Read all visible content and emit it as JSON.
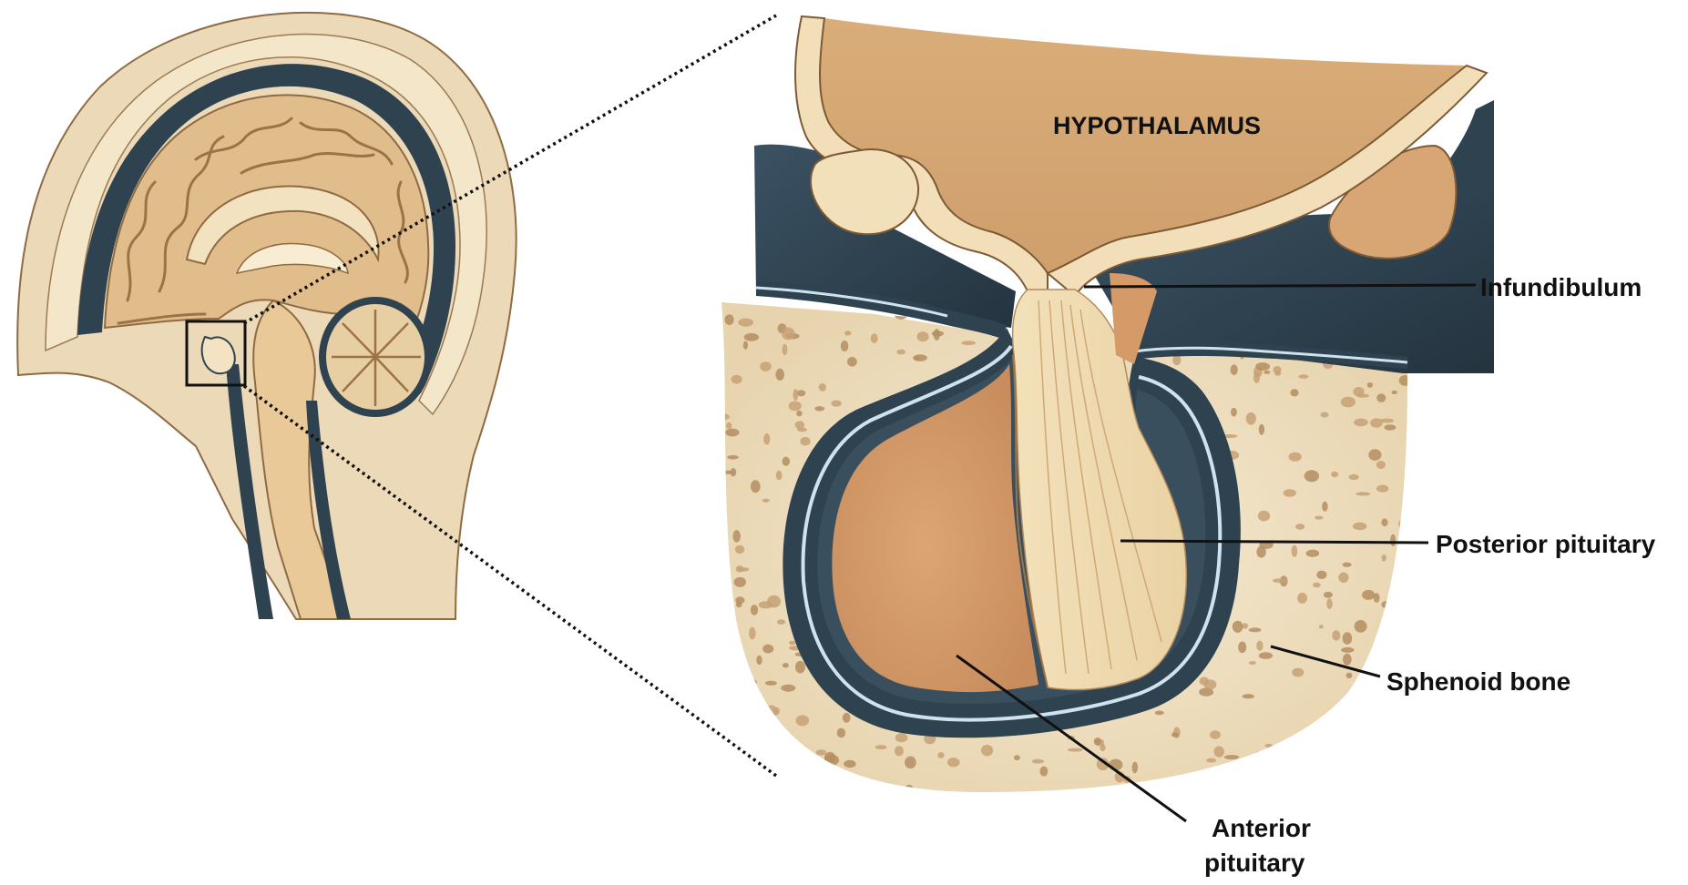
{
  "labels": {
    "hypothalamus": "HYPOTHALAMUS",
    "infundibulum": "Infundibulum",
    "posterior_pituitary": "Posterior pituitary",
    "sphenoid_bone": "Sphenoid bone",
    "anterior_pituitary_line1": "Anterior",
    "anterior_pituitary_line2": "pituitary"
  },
  "colors": {
    "skin": "#e9d6b6",
    "brain": "#e2bd8c",
    "brain_light": "#f1dcb6",
    "hypothalamus_tissue": "#d7aa78",
    "anterior_lobe": "#d4996a",
    "posterior_lobe": "#f1dcb2",
    "dura": "#2f4250",
    "bone": "#efe1c4",
    "bone_pore": "#b48e62",
    "csf_blue": "#cfe3ef",
    "leader_line": "#111111"
  }
}
